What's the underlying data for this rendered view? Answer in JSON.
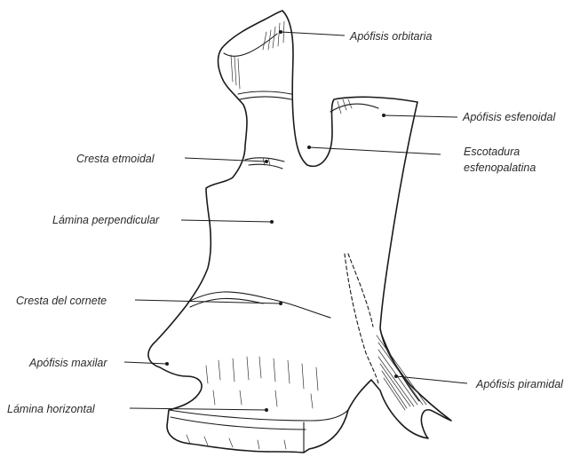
{
  "labels": {
    "apofisis_orbitaria": "Apófisis orbitaria",
    "apofisis_esfenoidal": "Apófisis esfenoidal",
    "escotadura_line1": "Escotadura",
    "escotadura_line2": "esfenopalatina",
    "cresta_etmoidal": "Cresta etmoidal",
    "lamina_perpendicular": "Lámina perpendicular",
    "cresta_cornete": "Cresta del cornete",
    "apofisis_maxilar": "Apófisis maxilar",
    "apofisis_piramidal": "Apófisis piramidal",
    "lamina_horizontal": "Lámina horizontal"
  }
}
